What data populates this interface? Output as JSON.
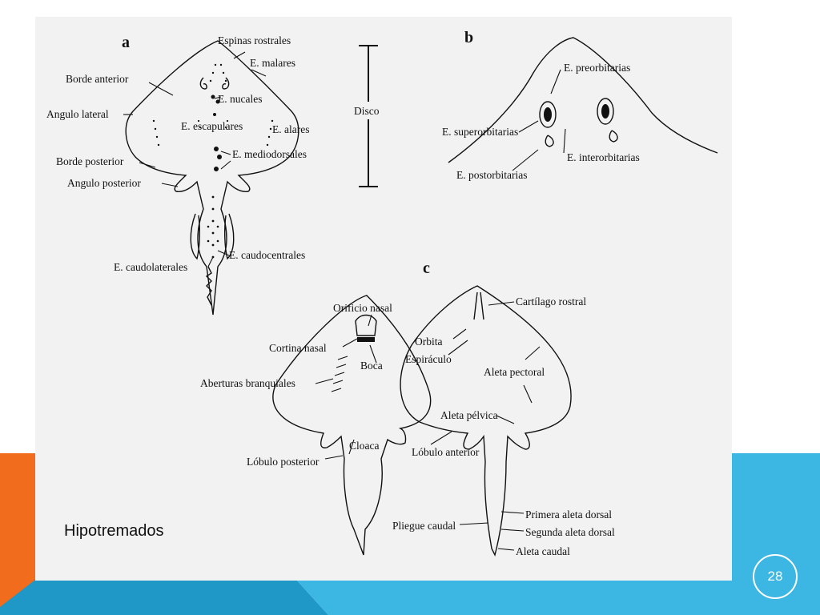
{
  "theme": {
    "orange": "#f26c1d",
    "blue": "#3cb6e3",
    "dark_blue": "#1f97c7"
  },
  "slide": {
    "caption": "Hipotremados",
    "page_number": "28"
  },
  "figure": {
    "panels": {
      "a": "a",
      "b": "b",
      "c": "c"
    },
    "labels_a": {
      "espinas_rostrales": "Espinas rostrales",
      "malares": "E. malares",
      "borde_anterior": "Borde anterior",
      "nucales": "E. nucales",
      "angulo_lateral": "Angulo lateral",
      "escapulares": "E. escapulares",
      "alares": "E. alares",
      "mediodorsales": "E. mediodorsales",
      "borde_posterior": "Borde posterior",
      "angulo_posterior": "Angulo posterior",
      "caudolaterales": "E. caudolaterales",
      "caudocentrales": "E. caudocentrales",
      "disco": "Disco"
    },
    "labels_b": {
      "preorbitarias": "E. preorbitarias",
      "superorbitarias": "E. superorbitarias",
      "interorbitarias": "E. interorbitarias",
      "postorbitarias": "E. postorbitarias"
    },
    "labels_c": {
      "orificio_nasal": "Orificio nasal",
      "cartilago_rostral": "Cartílago rostral",
      "cortina_nasal": "Cortina nasal",
      "orbita": "Orbita",
      "boca": "Boca",
      "espiraculo": "Espiráculo",
      "aletra_pectoral": "Aleta pectoral",
      "aberturas_branquiales": "Aberturas branquiales",
      "aleta_pelvica": "Aleta pélvica",
      "cloaca": "Cloaca",
      "lobulo_anterior": "Lóbulo anterior",
      "lobulo_posterior": "Lóbulo posterior",
      "primera_aleta_dorsal": "Primera aleta dorsal",
      "pliegue_caudal": "Pliegue caudal",
      "segunda_aleta_dorsal": "Segunda aleta dorsal",
      "aleta_caudal": "Aleta caudal"
    }
  }
}
